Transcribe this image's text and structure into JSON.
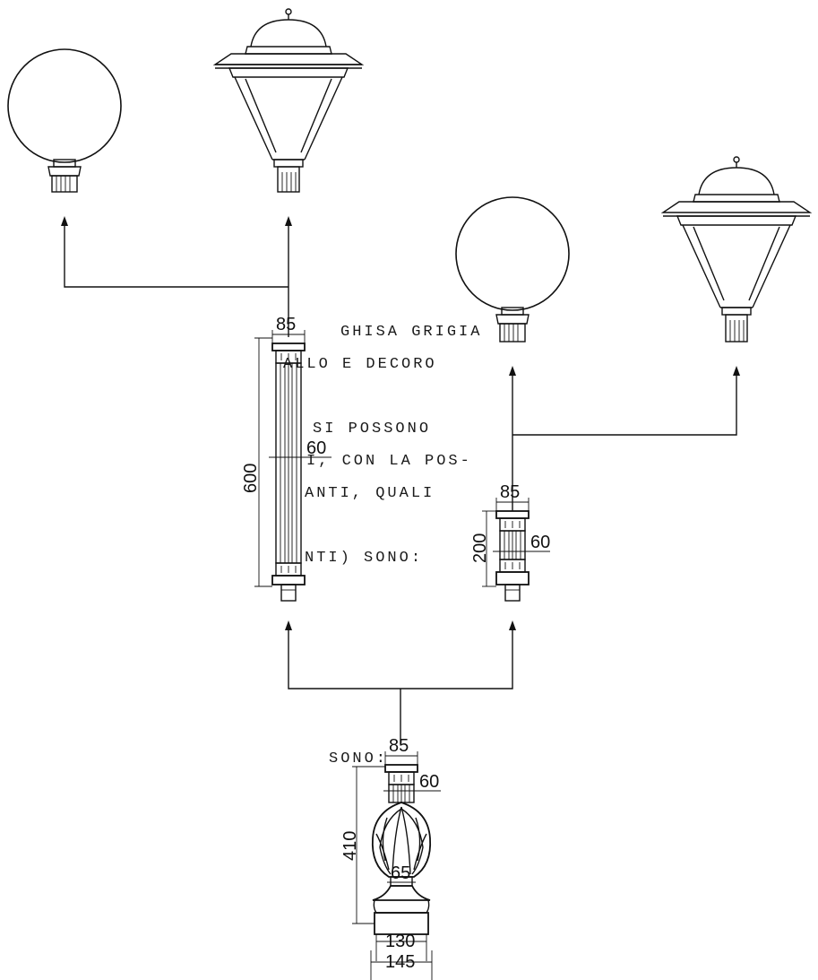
{
  "notes": [
    "GHISA GRIGIA",
    "ALLO E DECORO",
    "SI POSSONO",
    "I, CON LA POS-",
    "ANTI, QUALI",
    "NTI) SONO:",
    "SONO:"
  ],
  "dimensions": {
    "tall_column": {
      "top_diameter": "85",
      "shaft_diameter": "60",
      "height": "600"
    },
    "short_column": {
      "top_diameter": "85",
      "shaft_diameter": "60",
      "height": "200"
    },
    "base": {
      "top_diameter": "85",
      "shaft_diameter": "60",
      "height": "410",
      "neck_diameter": "65",
      "plinth_inner": "130",
      "plinth_outer": "145"
    }
  },
  "components": [
    "globe-lamp-left",
    "lantern-lamp-left",
    "globe-lamp-right",
    "lantern-lamp-right",
    "tall-column",
    "short-column",
    "decorative-base"
  ]
}
